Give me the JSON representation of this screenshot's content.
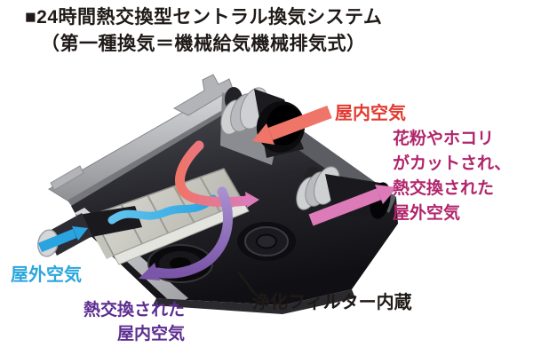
{
  "title": {
    "line1": "■24時間熱交換型セントラル換気システム",
    "line2": "（第一種換気＝機械給気機械排気式）"
  },
  "labels": {
    "indoor_air": "屋内空気",
    "filtered_outdoor": {
      "l1": "花粉やホコリ",
      "l2": "がカットされ、",
      "l3": "熱交換された",
      "l4": "屋外空気"
    },
    "outdoor_air": "屋外空気",
    "exchanged_indoor": {
      "l1": "熱交換された",
      "l2": "屋内空気"
    },
    "filter_note": "浄化フィルター内蔵"
  },
  "colors": {
    "title_text": "#1f1a17",
    "indoor_air_text": "#e23a31",
    "filtered_outdoor_text": "#b0256b",
    "outdoor_air_text": "#2ba6de",
    "exchanged_indoor_text": "#5c2d90",
    "filter_note_text": "#1f1a17",
    "arrow_salmon": "#ef7568",
    "arrow_pink": "#dd7ab8",
    "arrow_cyan": "#2aa4e0",
    "arrow_purple": "#7a55a8",
    "arrow_purple_light": "#a88fcf",
    "arrow_cyan_light": "#63c3ef",
    "leader_line": "#1f1a17"
  }
}
